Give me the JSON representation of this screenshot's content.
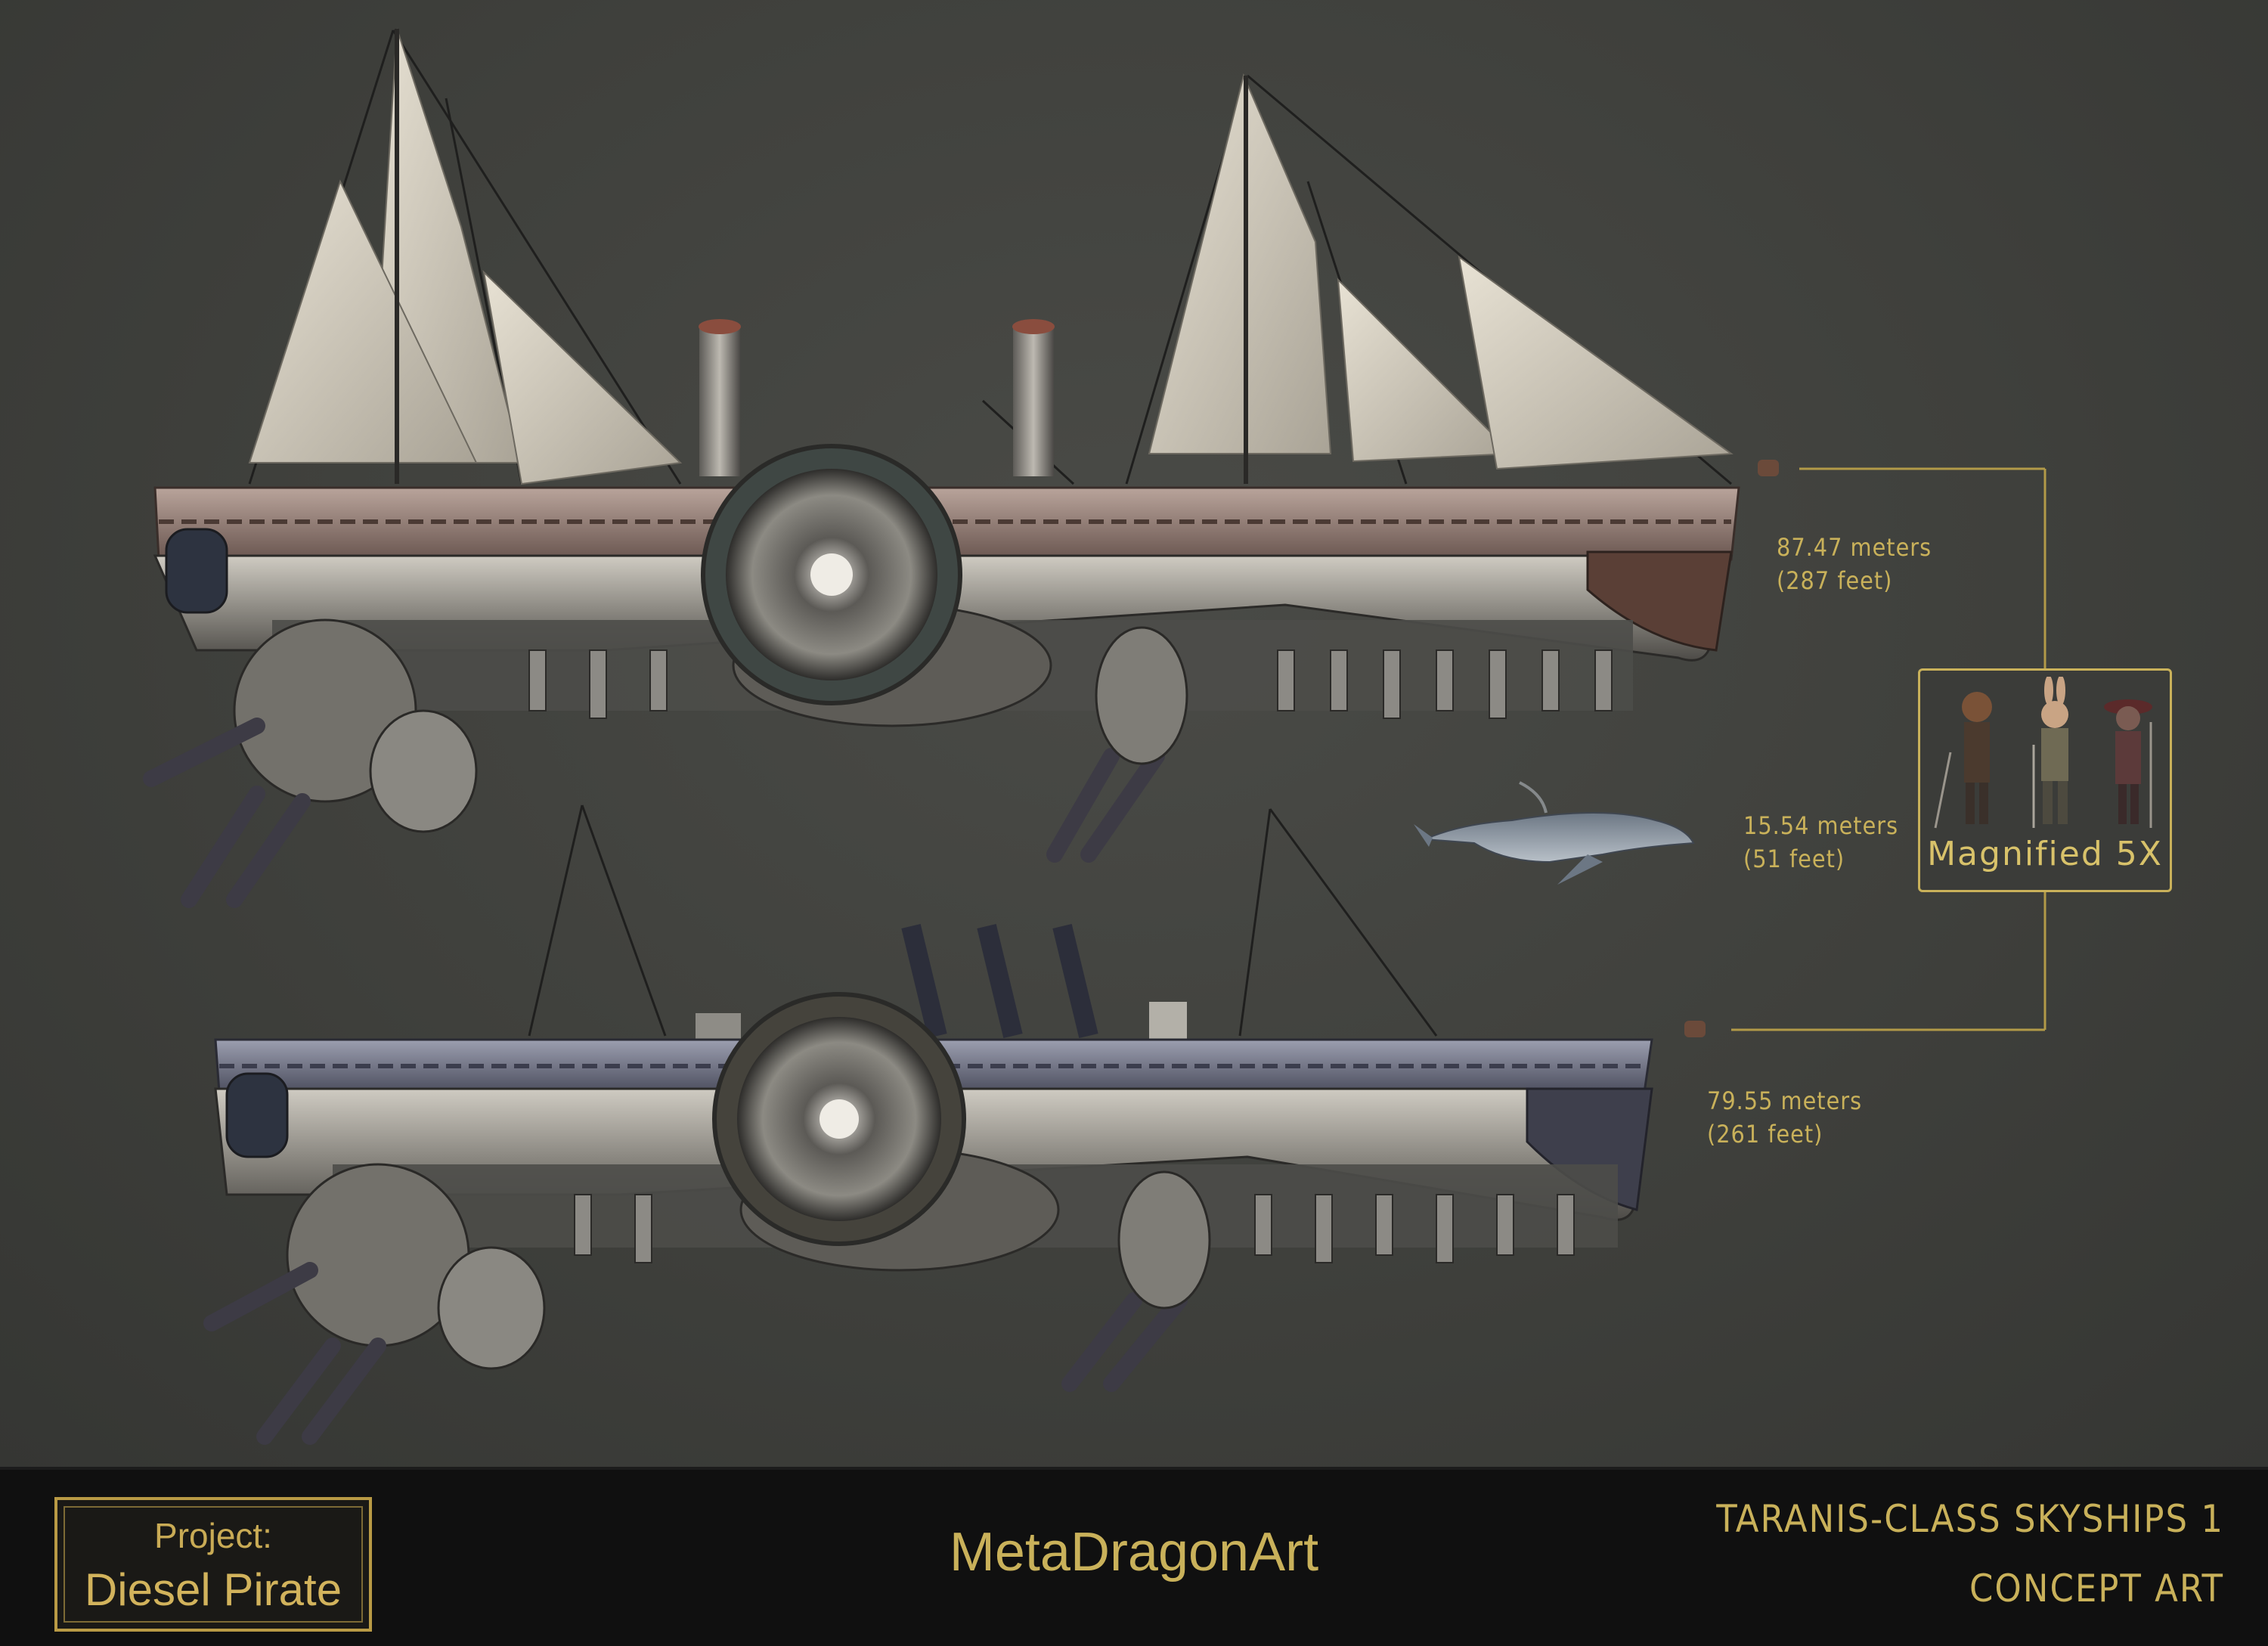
{
  "measurements": {
    "ship_top": {
      "line1": "87.47 meters",
      "line2": "(287 feet)"
    },
    "whale": {
      "line1": "15.54 meters",
      "line2": "(51 feet)"
    },
    "ship_bottom": {
      "line1": "79.55 meters",
      "line2": "(261 feet)"
    }
  },
  "scale_box": {
    "caption": "Magnified 5X"
  },
  "footer": {
    "logo_line1": "Project:",
    "logo_line2": "Diesel Pirate",
    "brand": "MetaDragonArt",
    "title_line1": "TARANIS-CLASS SKYSHIPS 1",
    "title_line2": "CONCEPT ART"
  },
  "colors": {
    "background": "#3f403d",
    "accent_gold": "#c9b15a",
    "footer_bg": "#101010"
  }
}
